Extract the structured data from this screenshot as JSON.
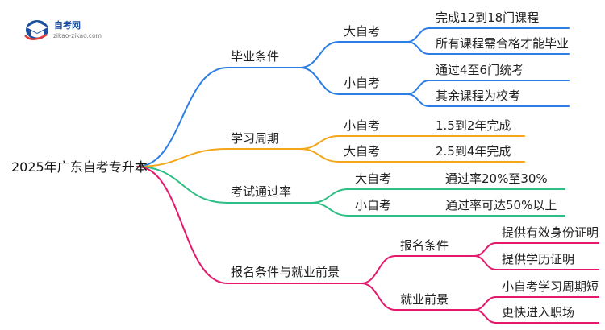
{
  "logo": {
    "name": "自考网",
    "url": "zikao-zikao.com"
  },
  "root": "2025年广东自考专升本",
  "colors": {
    "blue": "#2c7ee6",
    "orange": "#f3a619",
    "green": "#2dbf84",
    "pink": "#e5186c",
    "logo_blue": "#1b4f9c",
    "logo_red": "#e23a3a"
  },
  "branches": [
    {
      "label": "毕业条件",
      "color": "blue",
      "children": [
        {
          "label": "大自考",
          "children": [
            {
              "label": "完成12到18门课程"
            },
            {
              "label": "所有课程需合格才能毕业"
            }
          ]
        },
        {
          "label": "小自考",
          "children": [
            {
              "label": "通过4至6门统考"
            },
            {
              "label": "其余课程为校考"
            }
          ]
        }
      ]
    },
    {
      "label": "学习周期",
      "color": "orange",
      "children": [
        {
          "label": "小自考",
          "children": [
            {
              "label": "1.5到2年完成"
            }
          ]
        },
        {
          "label": "大自考",
          "children": [
            {
              "label": "2.5到4年完成"
            }
          ]
        }
      ]
    },
    {
      "label": "考试通过率",
      "color": "green",
      "children": [
        {
          "label": "大自考",
          "children": [
            {
              "label": "通过率20%至30%"
            }
          ]
        },
        {
          "label": "小自考",
          "children": [
            {
              "label": "通过率可达50%以上"
            }
          ]
        }
      ]
    },
    {
      "label": "报名条件与就业前景",
      "color": "pink",
      "children": [
        {
          "label": "报名条件",
          "children": [
            {
              "label": "提供有效身份证明"
            },
            {
              "label": "提供学历证明"
            }
          ]
        },
        {
          "label": "就业前景",
          "children": [
            {
              "label": "小自考学习周期短"
            },
            {
              "label": "更快进入职场"
            }
          ]
        }
      ]
    }
  ]
}
